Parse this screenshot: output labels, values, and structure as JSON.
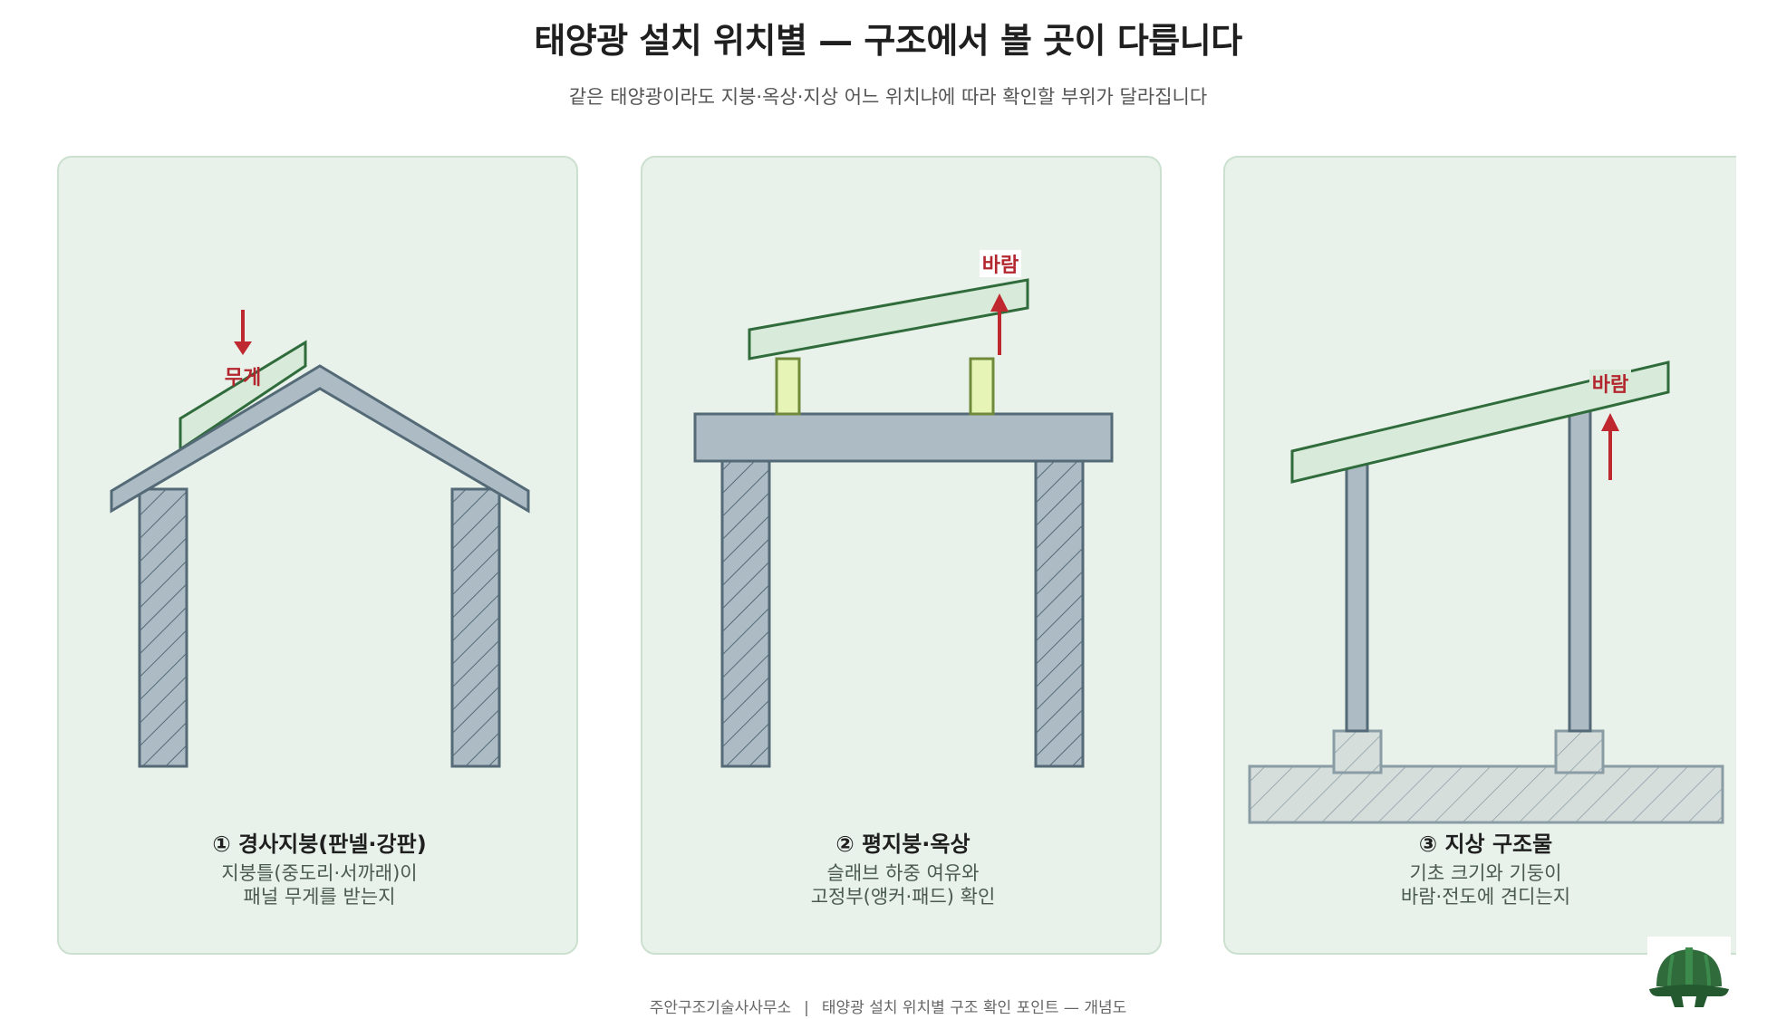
{
  "header": {
    "title": "태양광 설치 위치별 — 구조에서 볼 곳이 다릅니다",
    "subtitle": "같은 태양광이라도 지붕·옥상·지상 어느 위치냐에 따라 확인할 부위가 달라집니다"
  },
  "panels": [
    {
      "title": "① 경사지붕(판넬·강판)",
      "lines": [
        "지붕틀(중도리·서까래)이",
        "패널 무게를 받는지"
      ],
      "load_label": "무게"
    },
    {
      "title": "② 평지붕·옥상",
      "lines": [
        "슬래브 하중 여유와",
        "고정부(앵커·패드) 확인"
      ],
      "load_label": "바람"
    },
    {
      "title": "③ 지상 구조물",
      "lines": [
        "기초 크기와 기둥이",
        "바람·전도에 견디는지"
      ],
      "load_label": "바람"
    }
  ],
  "footer": {
    "company": "주안구조기술사사무소",
    "separator": "|",
    "caption": "태양광 설치 위치별 구조 확인 포인트 — 개념도"
  },
  "colors": {
    "panel_bg": "#e8f2ea",
    "structure": "#adbbc4",
    "outline": "#546a77",
    "solar": "#d8ead9",
    "solar_edge": "#2f6b3b",
    "arrow": "#c0282f",
    "pad": "#e6f5b5"
  },
  "icons": [
    "down-arrow-icon",
    "up-arrow-icon",
    "hard-hat-icon"
  ]
}
